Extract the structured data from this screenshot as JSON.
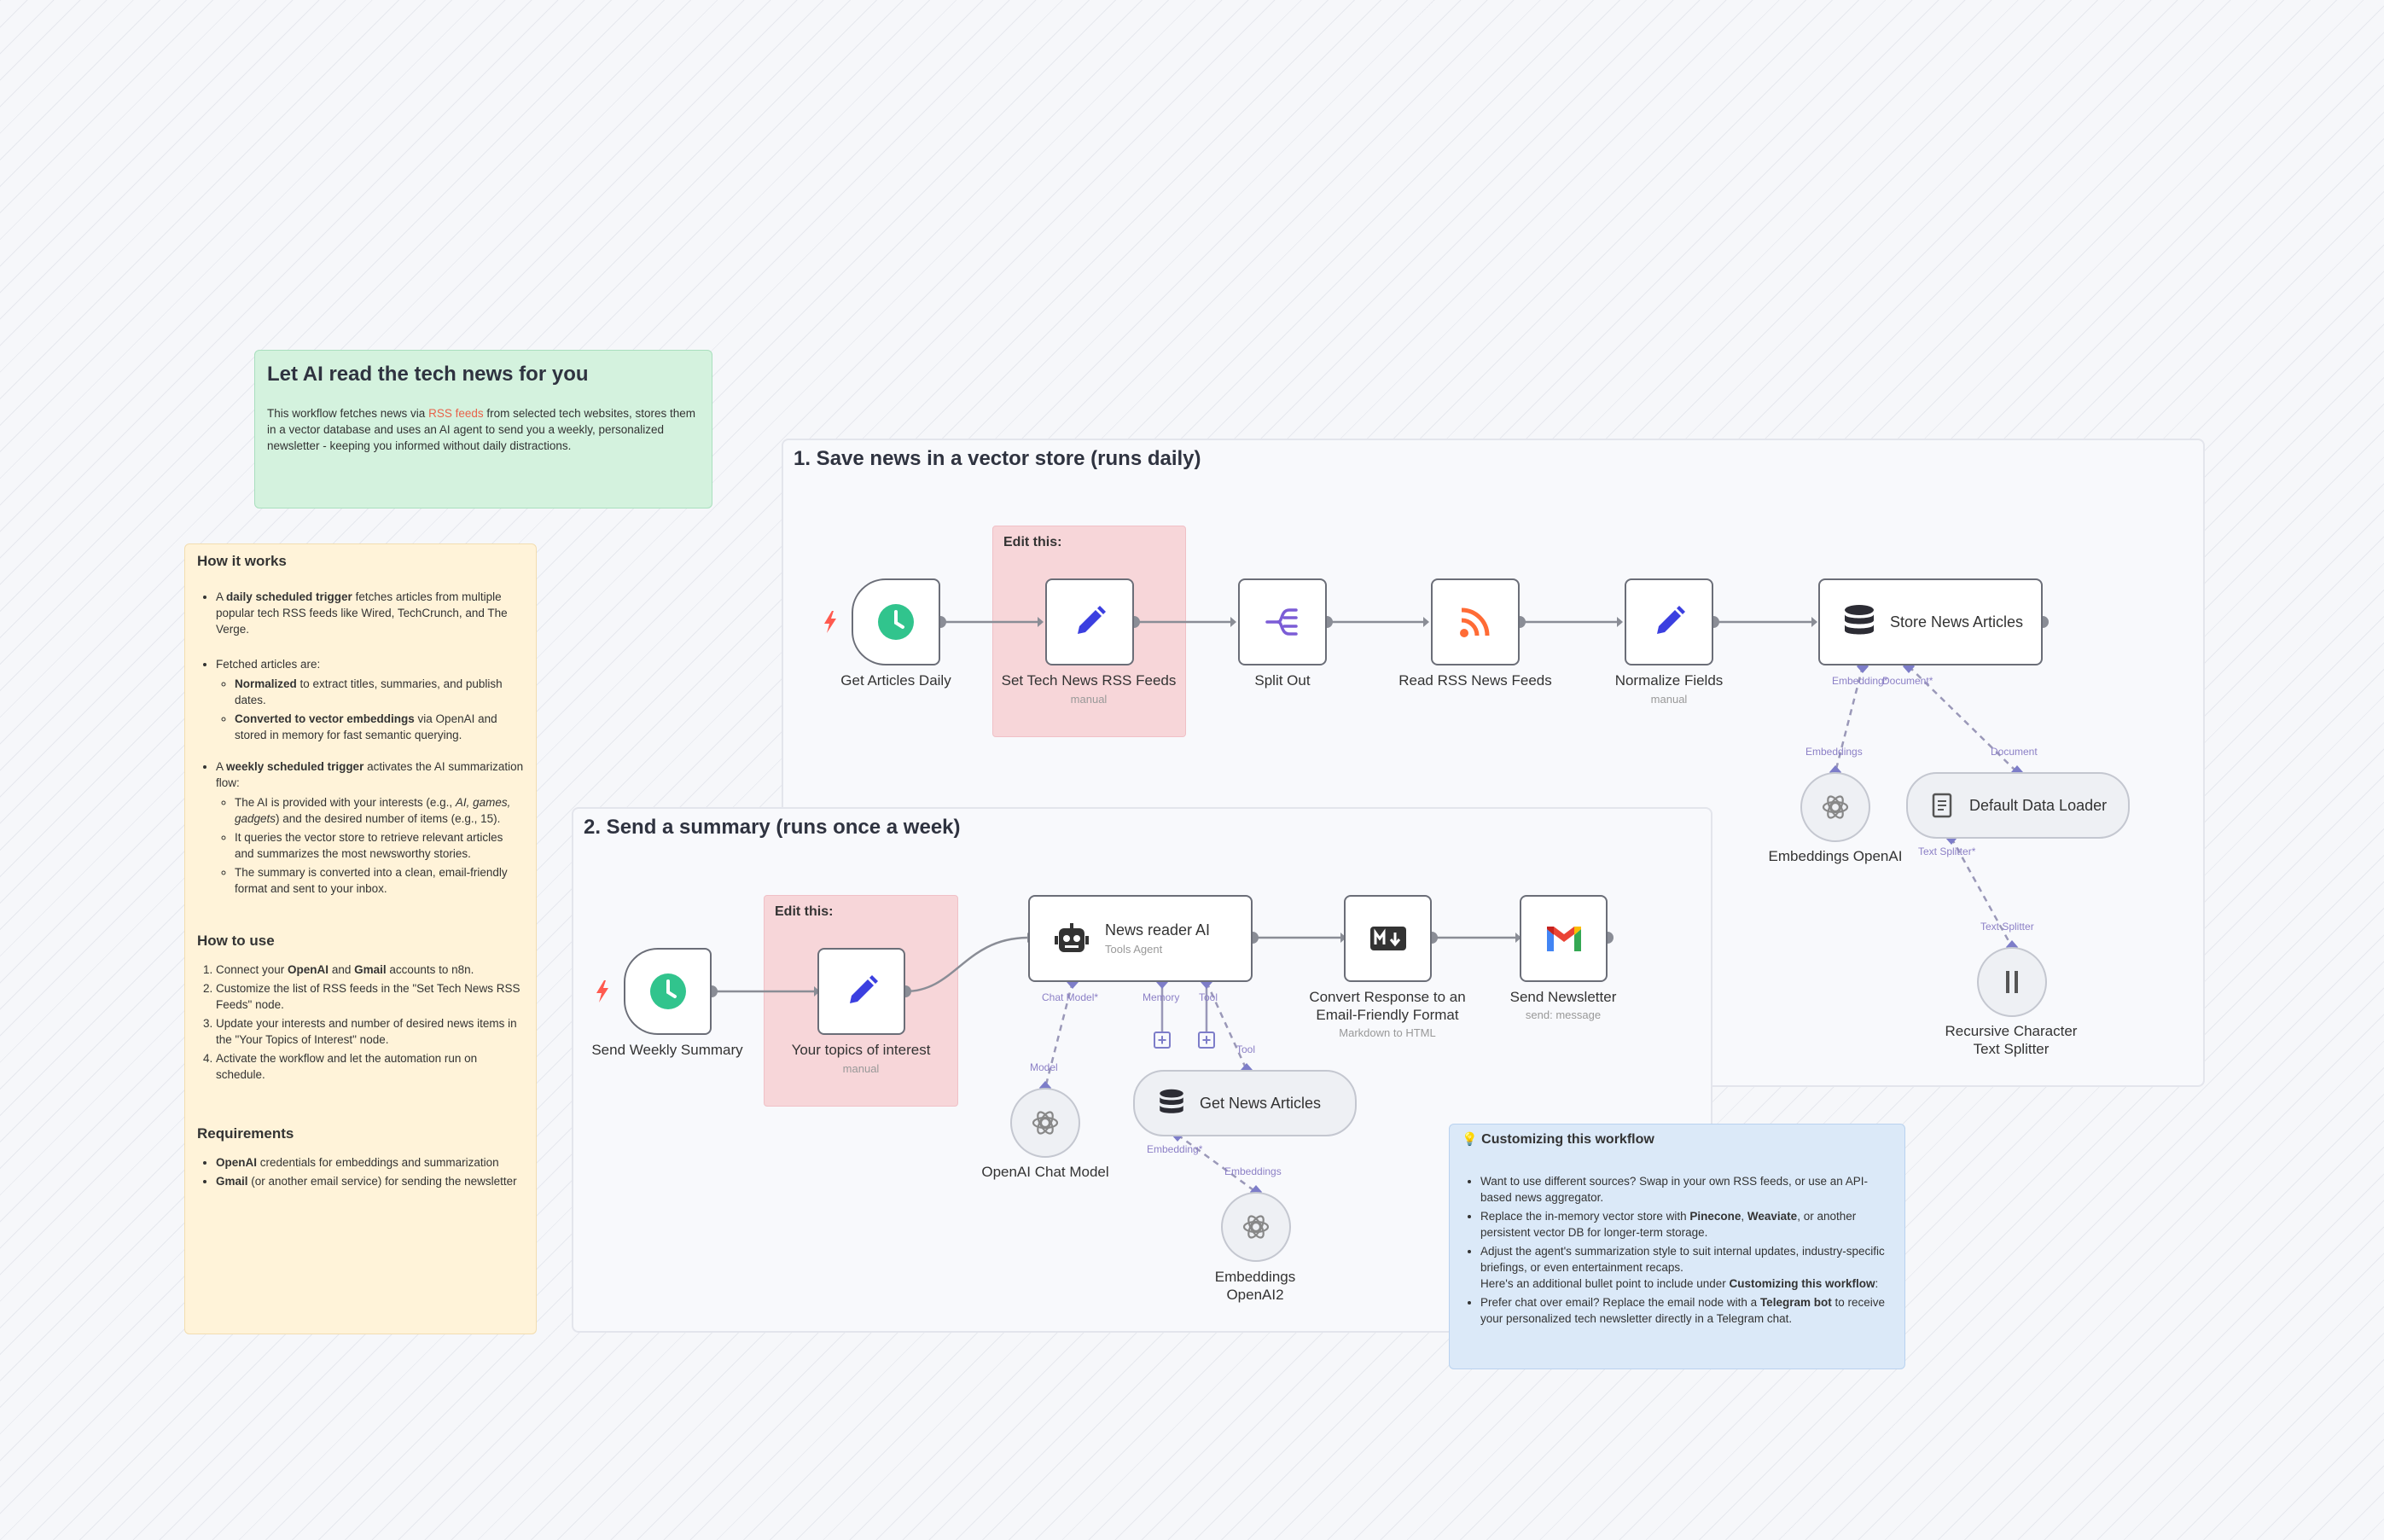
{
  "intro_note": {
    "title": "Let AI read the tech news for you",
    "text_before": "This workflow fetches news via ",
    "link": "RSS feeds",
    "text_after": " from selected tech websites, stores them in a vector database and uses an AI agent to send you a weekly, personalized newsletter - keeping you informed without daily distractions."
  },
  "how_it_works": {
    "title": "How it works",
    "b1_pre": "A ",
    "b1_bold": "daily scheduled trigger",
    "b1_post": " fetches articles from multiple popular tech RSS feeds like Wired, TechCrunch, and The Verge.",
    "b2": "Fetched articles are:",
    "b2_s1_bold": "Normalized",
    "b2_s1_post": " to extract titles, summaries, and publish dates.",
    "b2_s2_bold": "Converted to vector embeddings",
    "b2_s2_post": " via OpenAI and stored in memory for fast semantic querying.",
    "b3_pre": "A ",
    "b3_bold": "weekly scheduled trigger",
    "b3_post": " activates the AI summarization flow:",
    "b3_s1_pre": "The AI is provided with your interests (e.g., ",
    "b3_s1_italic": "AI, games, gadgets",
    "b3_s1_post": ") and the desired number of items (e.g., 15).",
    "b3_s2": "It queries the vector store to retrieve relevant articles and summarizes the most newsworthy stories.",
    "b3_s3": "The summary is converted into a clean, email-friendly format and sent to your inbox."
  },
  "how_to_use": {
    "title": "How to use",
    "s1_pre": "Connect your ",
    "s1_b1": "OpenAI",
    "s1_mid": " and ",
    "s1_b2": "Gmail",
    "s1_post": " accounts to n8n.",
    "s2": "Customize the list of RSS feeds in the \"Set Tech News RSS Feeds\" node.",
    "s3": "Update your interests and number of desired news items in the \"Your Topics of Interest\" node.",
    "s4": "Activate the workflow and let the automation run on schedule."
  },
  "requirements": {
    "title": "Requirements",
    "r1_bold": "OpenAI",
    "r1_post": " credentials for embeddings and summarization",
    "r2_bold": "Gmail",
    "r2_post": " (or another email service) for sending the newsletter"
  },
  "group1": {
    "title": "1. Save news in a vector store (runs daily)",
    "edit_label": "Edit this:",
    "nodes": {
      "get_articles_daily": "Get Articles Daily",
      "set_feeds": "Set Tech News RSS Feeds",
      "set_feeds_sub": "manual",
      "split_out": "Split Out",
      "read_rss": "Read RSS News Feeds",
      "normalize": "Normalize Fields",
      "normalize_sub": "manual",
      "store": "Store News Articles",
      "embeddings": "Embeddings OpenAI",
      "loader": "Default Data Loader",
      "splitter_l1": "Recursive Character",
      "splitter_l2": "Text Splitter"
    },
    "ports": {
      "embedding_req": "Embedding*",
      "document_req": "Document*",
      "embeddings": "Embeddings",
      "document": "Document",
      "text_splitter_req": "Text Splitter*",
      "text_splitter": "Text Splitter"
    }
  },
  "group2": {
    "title": "2. Send a summary (runs once a week)",
    "edit_label": "Edit this:",
    "nodes": {
      "weekly": "Send Weekly Summary",
      "topics": "Your topics of interest",
      "topics_sub": "manual",
      "agent": "News reader AI",
      "agent_sub": "Tools Agent",
      "convert_l1": "Convert Response to an",
      "convert_l2": "Email-Friendly Format",
      "convert_sub": "Markdown to HTML",
      "send": "Send Newsletter",
      "send_sub": "send: message",
      "chat_model": "OpenAI Chat Model",
      "get_news": "Get News Articles",
      "embeddings2_l1": "Embeddings",
      "embeddings2_l2": "OpenAI2"
    },
    "ports": {
      "chat_model_req": "Chat Model*",
      "memory": "Memory",
      "tool": "Tool",
      "model": "Model",
      "tool2": "Tool",
      "embedding_req": "Embedding*",
      "embeddings": "Embeddings"
    }
  },
  "customizing": {
    "icon": "💡",
    "title": "Customizing this workflow",
    "c1": "Want to use different sources? Swap in your own RSS feeds, or use an API-based news aggregator.",
    "c2_pre": "Replace the in-memory vector store with ",
    "c2_b1": "Pinecone",
    "c2_sep": ", ",
    "c2_b2": "Weaviate",
    "c2_post": ", or another persistent vector DB for longer-term storage.",
    "c3_line1": "Adjust the agent's summarization style to suit internal updates, industry-specific briefings, or even entertainment recaps.",
    "c3_line2_pre": "Here's an additional bullet point to include under ",
    "c3_line2_bold": "Customizing this workflow",
    "c3_line2_post": ":",
    "c4_pre": "Prefer chat over email? Replace the email node with a ",
    "c4_bold": "Telegram bot",
    "c4_post": " to receive your personalized tech newsletter directly in a Telegram chat."
  },
  "colors": {
    "green_note": "#d4f2de",
    "yellow_note": "#fff3d9",
    "blue_note": "#dbe9f8",
    "edit_pink": "#f7d6d9",
    "trigger_green": "#31c48d",
    "pen_blue": "#3b3fe0",
    "rss_orange": "#ff6b35",
    "split_purple": "#7b5cd6",
    "link_red": "#e8624a",
    "lightning": "#ff5a4f"
  }
}
